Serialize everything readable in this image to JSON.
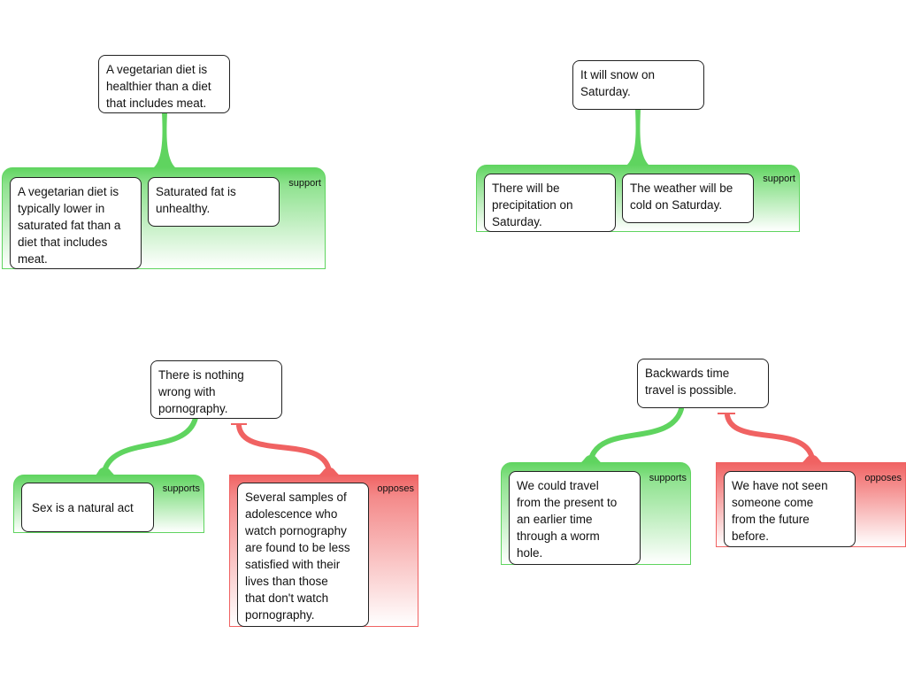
{
  "maps": [
    {
      "claim": "A vegetarian diet is\nhealthier than a diet\nthat includes meat.",
      "groups": [
        {
          "type": "support",
          "label": "support",
          "reasons": [
            "A vegetarian diet is\ntypically lower in\nsaturated fat than a\ndiet that includes\nmeat.",
            "Saturated fat is\nunhealthy."
          ]
        }
      ]
    },
    {
      "claim": "It will snow on\nSaturday.",
      "groups": [
        {
          "type": "support",
          "label": "support",
          "reasons": [
            "There will be\nprecipitation on\nSaturday.",
            "The weather will be\ncold on Saturday."
          ]
        }
      ]
    },
    {
      "claim": "There is nothing\nwrong with\npornography.",
      "groups": [
        {
          "type": "support",
          "label": "supports",
          "reasons": [
            "Sex is a natural act"
          ]
        },
        {
          "type": "oppose",
          "label": "opposes",
          "reasons": [
            "Several samples of\nadolescence who\nwatch pornography\nare found to be less\nsatisfied with their\nlives than those\nthat don't watch\npornography."
          ]
        }
      ]
    },
    {
      "claim": "Backwards time\ntravel is possible.",
      "groups": [
        {
          "type": "support",
          "label": "supports",
          "reasons": [
            "We could travel\nfrom the present to\nan earlier time\nthrough a worm\nhole."
          ]
        },
        {
          "type": "oppose",
          "label": "opposes",
          "reasons": [
            "We have not seen\nsomeone come\nfrom the future\nbefore."
          ]
        }
      ]
    }
  ],
  "colors": {
    "support": "#5fd45f",
    "oppose": "#f06262",
    "box_border": "#222222"
  }
}
